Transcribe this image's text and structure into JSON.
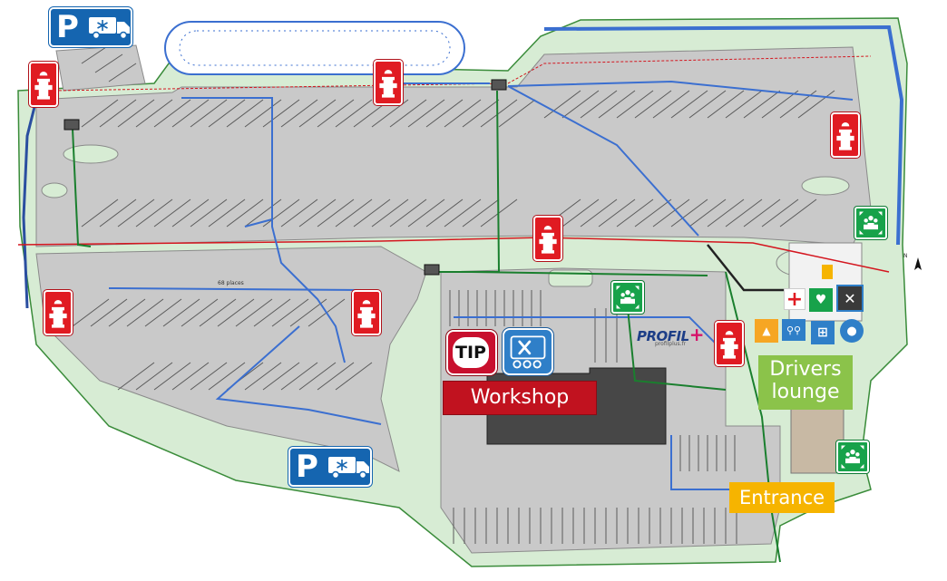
{
  "map": {
    "labels": {
      "workshop": "Workshop",
      "drivers_lounge": "Drivers lounge",
      "entrance": "Entrance",
      "tip_logo": "TIP",
      "profil_logo": "PROFIL",
      "profil_sub": "profilplus.fr",
      "parking_capacity": "68 places",
      "parking_letter": "P"
    },
    "colors": {
      "grass": "#d7ecd4",
      "asphalt": "#c9c9c9",
      "building": "#474747",
      "blue_line": "#3b6fd0",
      "green_line": "#1a7f2e",
      "red_line": "#d4161f",
      "hydrant": "#e01b22",
      "assembly": "#17a24a",
      "parking_sign": "#1565b0",
      "workshop": "#c1121f",
      "drivers_lounge": "#8bc34a",
      "entrance": "#f6b400"
    },
    "icons": [
      "parking-refrigerated-truck-icon",
      "fire-hydrant-icon",
      "assembly-point-icon",
      "first-aid-icon",
      "defibrillator-icon",
      "restaurant-icon",
      "shower-icon",
      "bicycle-icon",
      "shop-icon",
      "security-lock-icon",
      "tyre-service-icon",
      "north-arrow-icon"
    ]
  }
}
